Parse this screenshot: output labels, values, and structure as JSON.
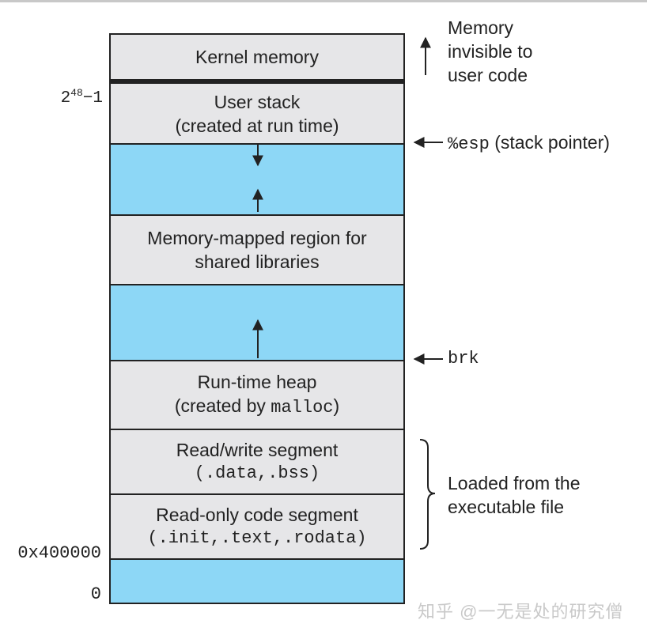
{
  "segments": {
    "kernel": "Kernel memory",
    "user_stack_1": "User stack",
    "user_stack_2": "(created at run time)",
    "mmap_1": "Memory-mapped region for",
    "mmap_2": "shared libraries",
    "heap_1": "Run-time heap",
    "heap_2_prefix": "(created by ",
    "heap_2_code": "malloc",
    "heap_2_suffix": ")",
    "rw_1": "Read/write segment",
    "rw_2": "(.data,.bss)",
    "ro_1": "Read-only code segment",
    "ro_2": "(.init,.text,.rodata)"
  },
  "left_labels": {
    "top_base": "2",
    "top_exp": "48",
    "top_suffix": "−1",
    "addr": "0x400000",
    "zero": "0"
  },
  "right_labels": {
    "kernel_1": "Memory",
    "kernel_2": "invisible to",
    "kernel_3": "user code",
    "esp_code": "%esp",
    "esp_text": "(stack pointer)",
    "brk": "brk",
    "loaded_1": "Loaded from the",
    "loaded_2": "executable file"
  },
  "watermark": "知乎 @一无是处的研究僧",
  "colors": {
    "segment_gray": "#e6e6e8",
    "free_blue": "#8dd7f6",
    "line": "#222222"
  }
}
